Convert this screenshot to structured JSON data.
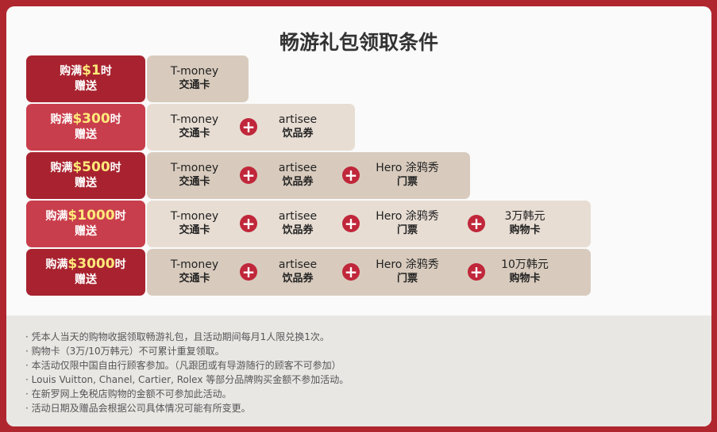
{
  "title": "畅游礼包领取条件",
  "rows": [
    {
      "prefix": "购满",
      "amount": "$1",
      "suffix": "时",
      "line2": "赠送",
      "items": [
        {
          "en": "T-money",
          "cn": "交通卡"
        }
      ]
    },
    {
      "prefix": "购满",
      "amount": "$300",
      "suffix": "时",
      "line2": "赠送",
      "items": [
        {
          "en": "T-money",
          "cn": "交通卡"
        },
        {
          "en": "artisee",
          "cn": "饮品券"
        }
      ]
    },
    {
      "prefix": "购满",
      "amount": "$500",
      "suffix": "时",
      "line2": "赠送",
      "items": [
        {
          "en": "T-money",
          "cn": "交通卡"
        },
        {
          "en": "artisee",
          "cn": "饮品券"
        },
        {
          "en": "Hero 涂鸦秀",
          "cn": "门票"
        }
      ]
    },
    {
      "prefix": "购满",
      "amount": "$1000",
      "suffix": "时",
      "line2": "赠送",
      "items": [
        {
          "en": "T-money",
          "cn": "交通卡"
        },
        {
          "en": "artisee",
          "cn": "饮品券"
        },
        {
          "en": "Hero 涂鸦秀",
          "cn": "门票"
        },
        {
          "en": "3万韩元",
          "cn": "购物卡"
        }
      ]
    },
    {
      "prefix": "购满",
      "amount": "$3000",
      "suffix": "时",
      "line2": "赠送",
      "items": [
        {
          "en": "T-money",
          "cn": "交通卡"
        },
        {
          "en": "artisee",
          "cn": "饮品券"
        },
        {
          "en": "Hero 涂鸦秀",
          "cn": "门票"
        },
        {
          "en": "10万韩元",
          "cn": "购物卡"
        }
      ]
    }
  ],
  "plus_icon": "plus-circle-icon",
  "notes": [
    "· 凭本人当天的购物收据领取畅游礼包，且活动期间每月1人限兑换1次。",
    "· 购物卡（3万/10万韩元）不可累计重复领取。",
    "· 本活动仅限中国自由行顾客参加。（凡跟团或有导游随行的顾客不可参加）",
    "· Louis Vuitton, Chanel, Cartier, Rolex 等部分品牌购买金额不参加活动。",
    "· 在新罗网上免税店购物的金额不可参加此活动。",
    "· 活动日期及赠品会根据公司具体情况可能有所变更。"
  ]
}
